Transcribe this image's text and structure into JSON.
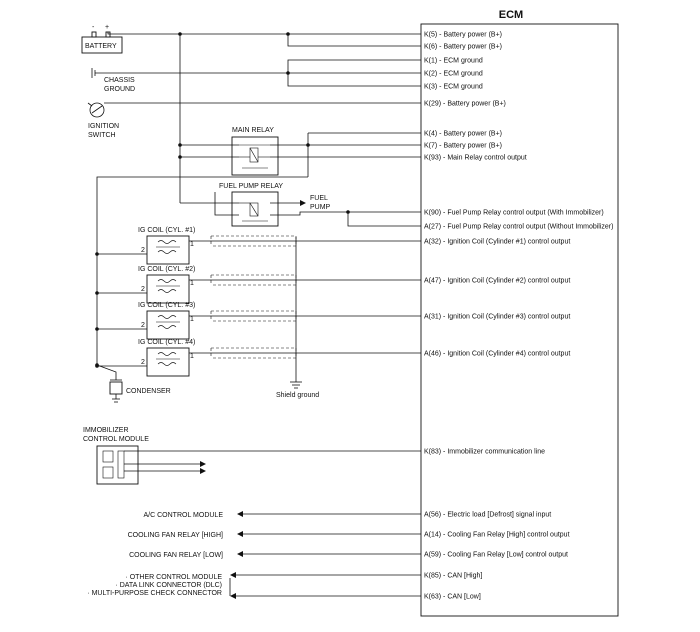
{
  "ecm": {
    "title": "ECM",
    "pins": [
      {
        "conn": "K",
        "num": "(5)",
        "desc": " - Battery power (B+)"
      },
      {
        "conn": "K",
        "num": "(6)",
        "desc": " - Battery power (B+)"
      },
      {
        "conn": "K",
        "num": "(1)",
        "desc": " - ECM ground"
      },
      {
        "conn": "K",
        "num": "(2)",
        "desc": " - ECM ground"
      },
      {
        "conn": "K",
        "num": "(3)",
        "desc": " - ECM ground"
      },
      {
        "conn": "K",
        "num": "(29)",
        "desc": " - Battery power (B+)"
      },
      {
        "conn": "K",
        "num": "(4)",
        "desc": " - Battery power (B+)"
      },
      {
        "conn": "K",
        "num": "(7)",
        "desc": " - Battery power (B+)"
      },
      {
        "conn": "K",
        "num": "(93)",
        "desc": " - Main Relay control output"
      },
      {
        "conn": "K",
        "num": "(90)",
        "desc": " - Fuel Pump Relay control output (With Immobilizer)"
      },
      {
        "conn": "A",
        "num": "(27)",
        "desc": " - Fuel Pump Relay control output (Without Immobilizer)"
      },
      {
        "conn": "A",
        "num": "(32)",
        "desc": " - Ignition Coil (Cylinder #1) control output"
      },
      {
        "conn": "A",
        "num": "(47)",
        "desc": " - Ignition Coil (Cylinder #2) control output"
      },
      {
        "conn": "A",
        "num": "(31)",
        "desc": " - Ignition Coil (Cylinder #3) control output"
      },
      {
        "conn": "A",
        "num": "(46)",
        "desc": " - Ignition Coil (Cylinder #4) control output"
      },
      {
        "conn": "K",
        "num": "(83)",
        "desc": " - Immobilizer communication line"
      },
      {
        "conn": "A",
        "num": "(56)",
        "desc": " - Electric load [Defrost] signal input"
      },
      {
        "conn": "A",
        "num": "(14)",
        "desc": " - Cooling Fan Relay [High] control output"
      },
      {
        "conn": "A",
        "num": "(59)",
        "desc": " - Cooling Fan Relay [Low] control output"
      },
      {
        "conn": "K",
        "num": "(85)",
        "desc": " - CAN [High]"
      },
      {
        "conn": "K",
        "num": "(63)",
        "desc": " - CAN [Low]"
      }
    ]
  },
  "components": {
    "battery": "BATTERY",
    "battery_minus": "-",
    "battery_plus": "+",
    "chassis_ground_1": "CHASSIS",
    "chassis_ground_2": "GROUND",
    "ignition_switch_1": "IGNITION",
    "ignition_switch_2": "SWITCH",
    "main_relay": "MAIN RELAY",
    "fuel_pump_relay": "FUEL PUMP RELAY",
    "fuel_pump_1": "FUEL",
    "fuel_pump_2": "PUMP",
    "ig_coils": [
      "IG COIL (CYL. #1)",
      "IG COIL (CYL. #2)",
      "IG COIL (CYL. #3)",
      "IG COIL (CYL. #4)"
    ],
    "coil_pin_1": "1",
    "coil_pin_2": "2",
    "condenser": "CONDENSER",
    "shield_ground": "Shield ground",
    "immobilizer_1": "IMMOBILIZER",
    "immobilizer_2": "CONTROL MODULE",
    "ac_control": "A/C CONTROL MODULE",
    "fan_high": "COOLING FAN RELAY [HIGH]",
    "fan_low": "COOLING FAN RELAY [LOW]",
    "can_modules": [
      "· OTHER CONTROL MODULE",
      "· DATA LINK CONNECTOR (DLC)",
      "· MULTI-PURPOSE CHECK CONNECTOR"
    ]
  }
}
